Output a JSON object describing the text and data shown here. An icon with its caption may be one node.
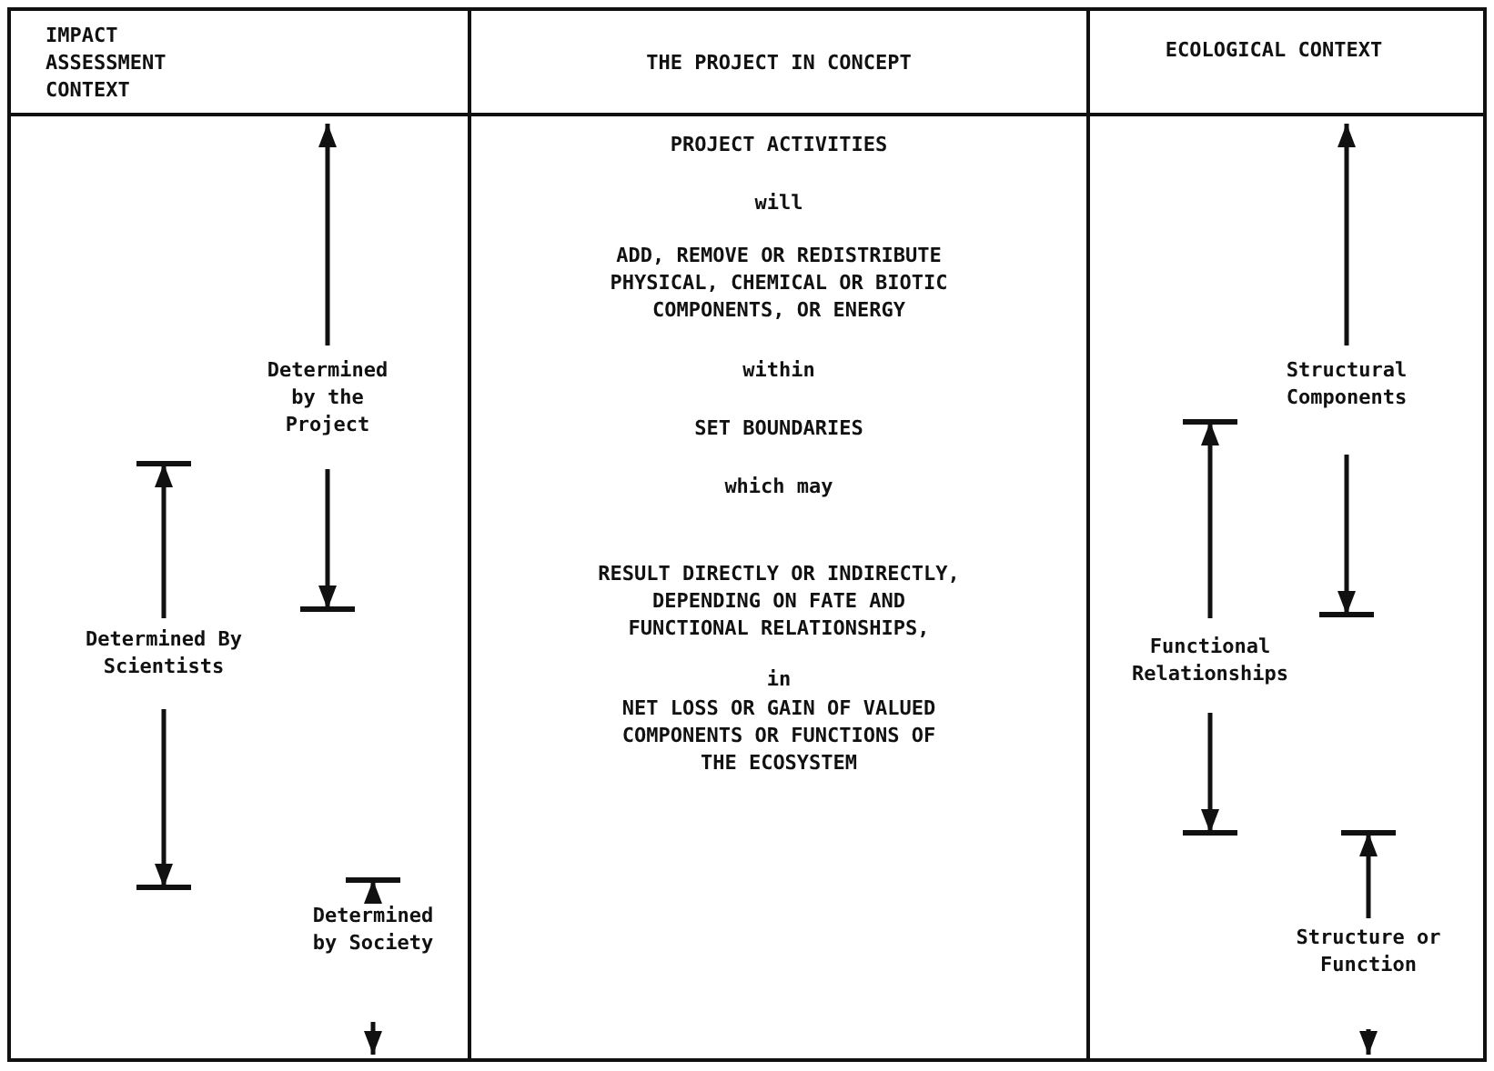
{
  "diagram": {
    "labels": [
      "IMPACT ASSESSMENT CONTEXT",
      "THE PROJECT IN CONCEPT",
      "ECOLOGICAL CONTEXT",
      "PROJECT ACTIVITIES",
      "will",
      "ADD, REMOVE OR REDISTRIBUTE PHYSICAL, CHEMICAL OR BIOTIC COMPONENTS, OR ENERGY",
      "within",
      "SET BOUNDARIES",
      "which may",
      "RESULT DIRECTLY OR INDIRECTLY, DEPENDING ON FATE AND FUNCTIONAL RELATIONSHIPS,",
      "in",
      "NET LOSS OR GAIN OF VALUED COMPONENTS OR FUNCTIONS OF THE ECOSYSTEM",
      "Determined by the Project",
      "Determined By Scientists",
      "Determined by Society",
      "Structural Components",
      "Functional Relationships",
      "Structure or Function"
    ]
  }
}
